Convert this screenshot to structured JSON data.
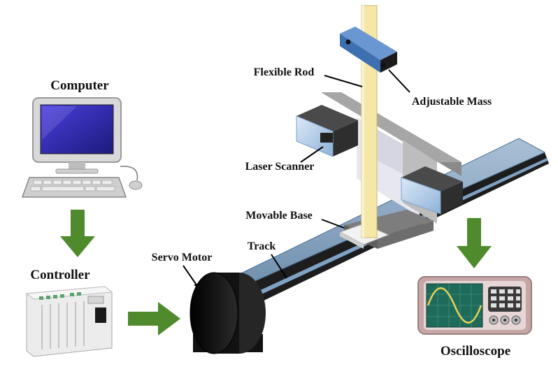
{
  "labels": {
    "computer": "Computer",
    "controller": "Controller",
    "servo_motor": "Servo Motor",
    "track": "Track",
    "movable_base": "Movable Base",
    "laser_scanner": "Laser Scanner",
    "flexible_rod": "Flexible Rod",
    "adjustable_mass": "Adjustable Mass",
    "oscilloscope": "Oscilloscope"
  },
  "colors": {
    "arrow_green": "#4f8a2c",
    "rod_yellow": "#f7e7a6",
    "mass_blue": "#4a7fc1",
    "track_blue": "#6f8fae",
    "screen_blue": "#3a2fb0",
    "scope_screen": "#1f6b5a",
    "scope_wave": "#e8d35a",
    "scope_case": "#c7a6a6"
  }
}
